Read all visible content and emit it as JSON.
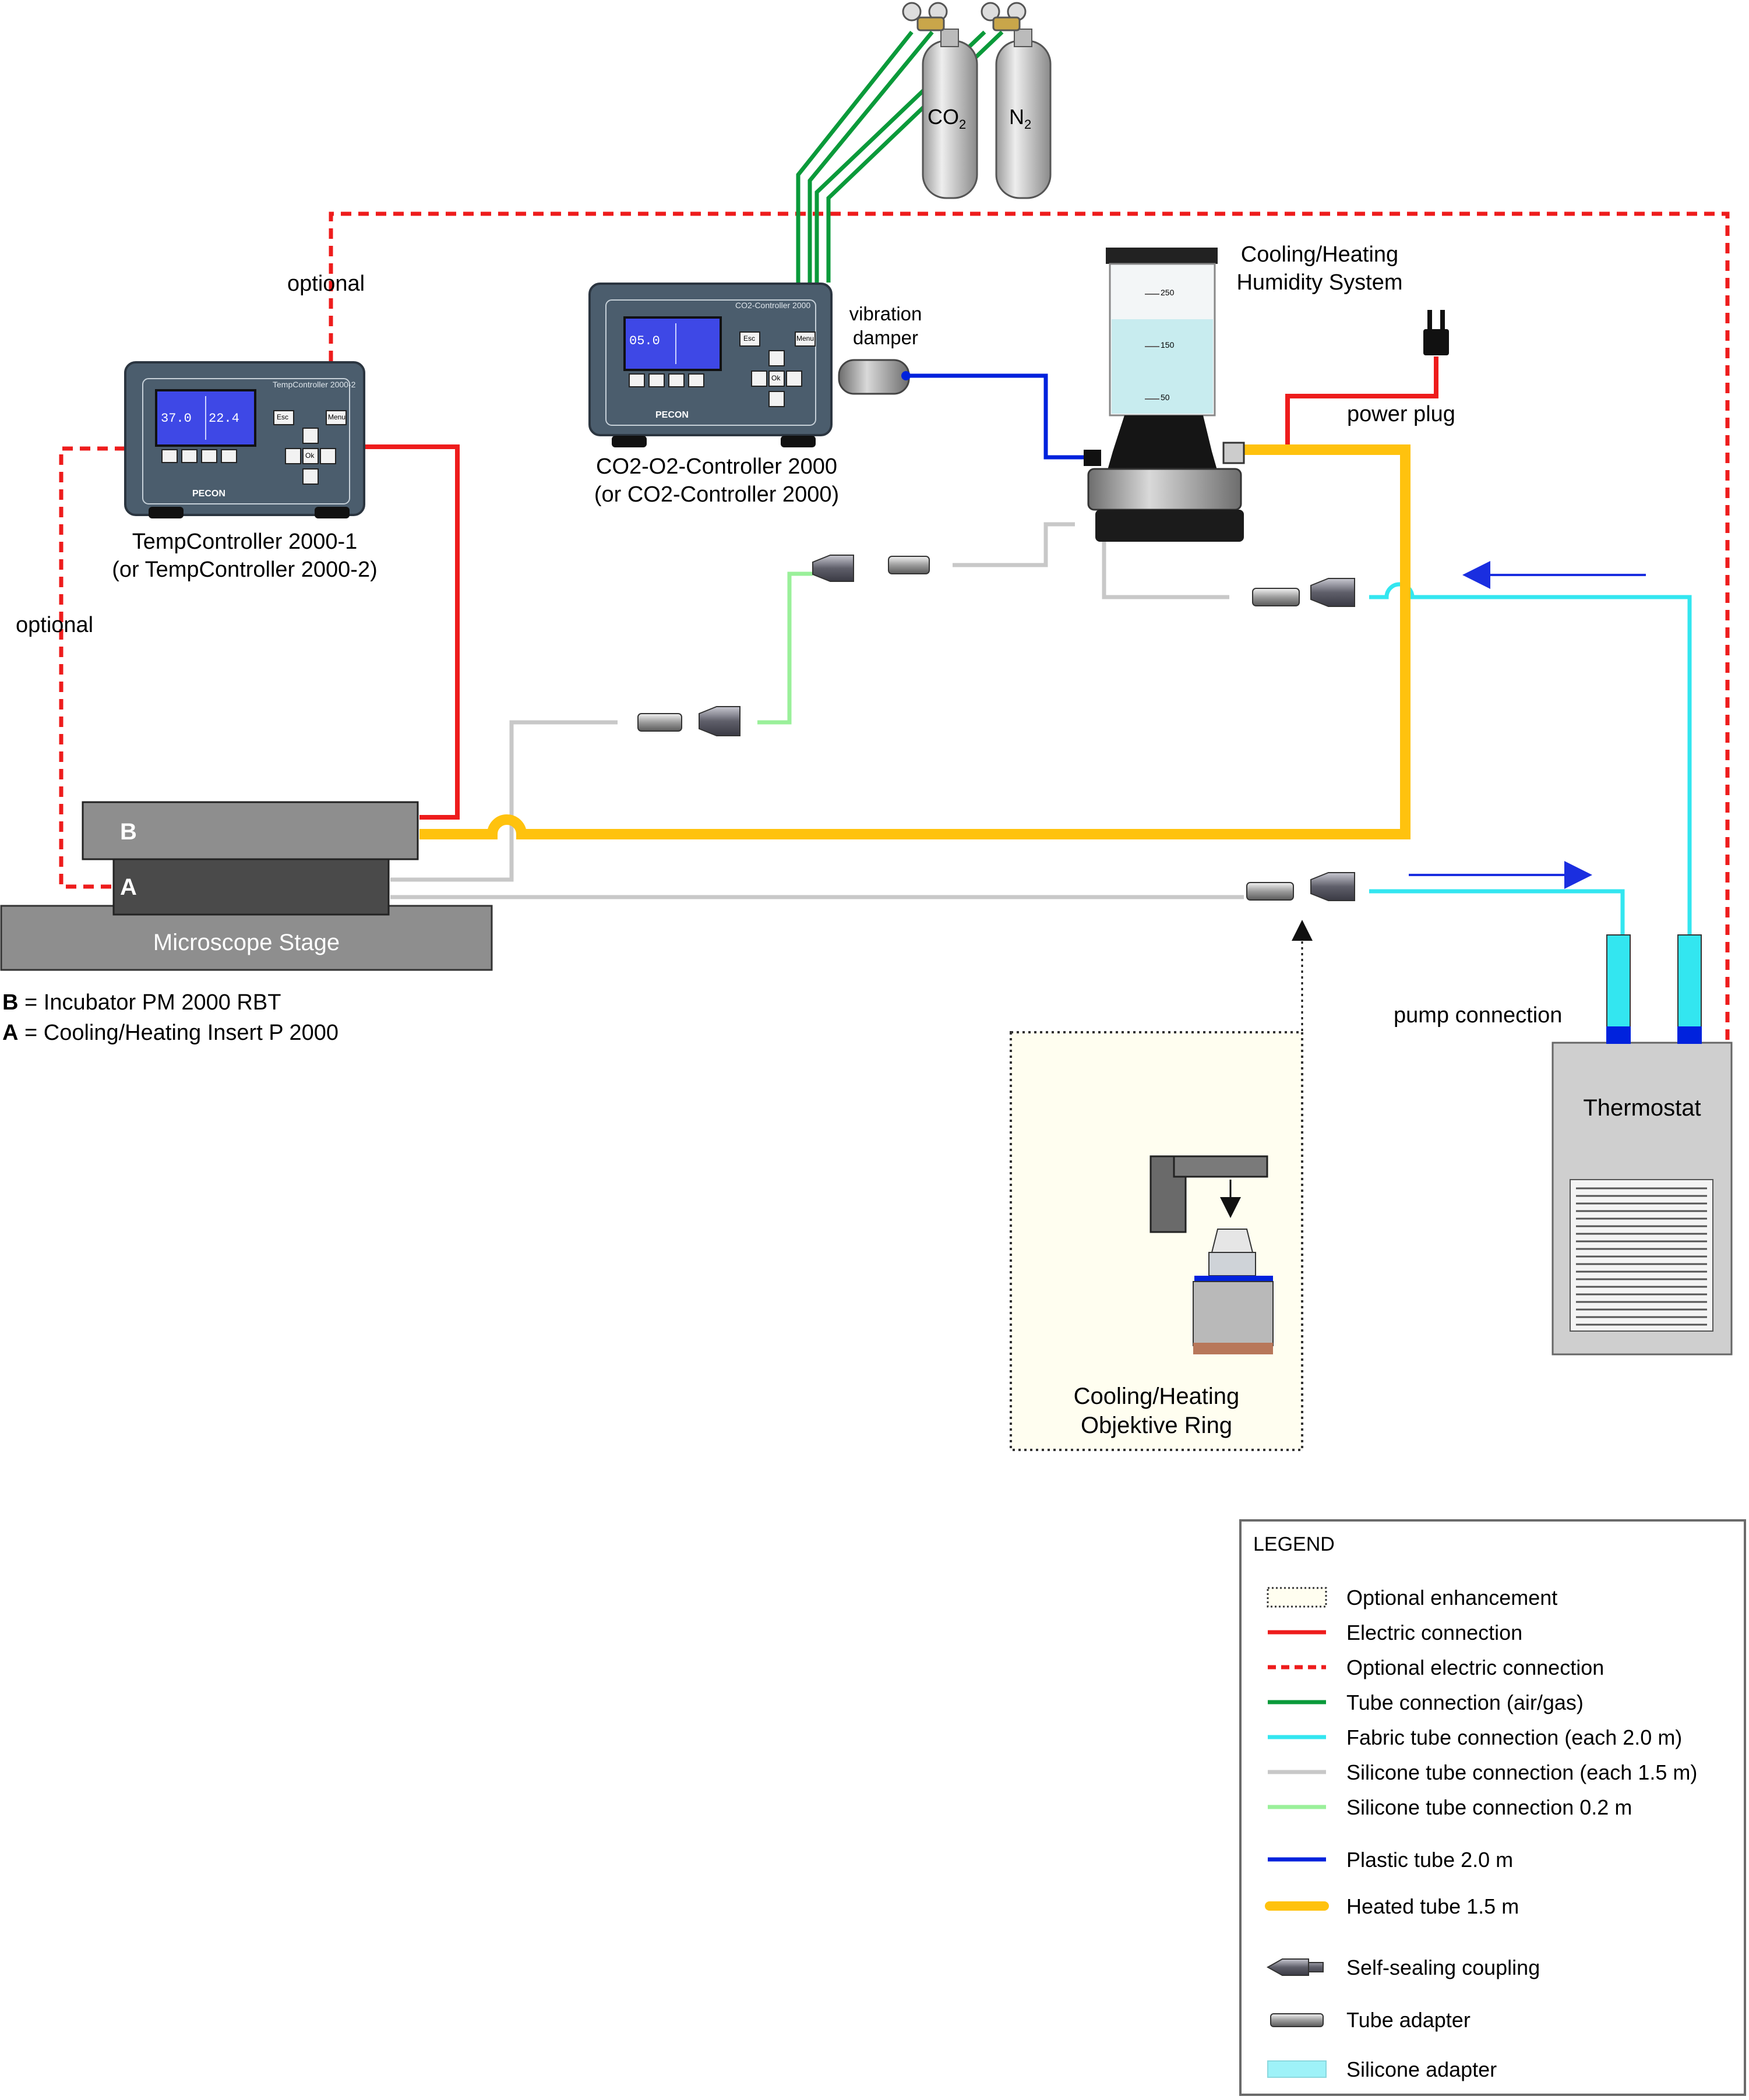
{
  "devices": {
    "temp_controller": {
      "panel_title": "TempController 2000-2",
      "brand": "PECON",
      "display_left": "37.0",
      "display_right": "22.4",
      "buttons": [
        "Esc",
        "Menu",
        "Ok"
      ],
      "caption_line1": "TempController 2000-1",
      "caption_line2": "(or TempController 2000-2)"
    },
    "co2_controller": {
      "panel_title": "CO2-Controller 2000",
      "brand": "PECON",
      "display_value": "05.0",
      "buttons": [
        "Esc",
        "Menu",
        "Ok"
      ],
      "caption_line1": "CO2-O2-Controller 2000",
      "caption_line2": "(or CO2-Controller 2000)"
    },
    "gas_cylinders": [
      {
        "label": "CO",
        "sub": "2"
      },
      {
        "label": "N",
        "sub": "2"
      }
    ],
    "humidity_system": {
      "caption_line1": "Cooling/Heating",
      "caption_line2": "Humidity System",
      "scale_marks": [
        "250",
        "150",
        "50"
      ]
    },
    "vibration_damper": {
      "caption_line1": "vibration",
      "caption_line2": "damper"
    },
    "power_plug": {
      "caption": "power plug"
    },
    "microscope_stage": {
      "stage_label": "Microscope Stage",
      "layer_b": "B",
      "layer_a": "A",
      "key_b_letter": "B",
      "key_b_text": " = Incubator PM 2000 RBT",
      "key_a_letter": "A",
      "key_a_text": " = Cooling/Heating Insert P 2000"
    },
    "thermostat": {
      "label": "Thermostat",
      "pump_caption": "pump connection"
    },
    "objective_ring": {
      "caption_line1": "Cooling/Heating",
      "caption_line2": "Objektive Ring"
    }
  },
  "annotations": {
    "optional_top": "optional",
    "optional_left": "optional"
  },
  "legend": {
    "title": "LEGEND",
    "items": [
      {
        "label": "Optional enhancement",
        "symbol": "dotted-box"
      },
      {
        "label": "Electric connection",
        "symbol": "line",
        "color": "#ee1c1c"
      },
      {
        "label": "Optional electric connection",
        "symbol": "dashed-line",
        "color": "#ee1c1c"
      },
      {
        "label": "Tube connection (air/gas)",
        "symbol": "line",
        "color": "#0a9a3a"
      },
      {
        "label": "Fabric tube connection (each 2.0 m)",
        "symbol": "line",
        "color": "#33e6f0"
      },
      {
        "label": "Silicone tube connection (each 1.5 m)",
        "symbol": "line",
        "color": "#c8c8c8"
      },
      {
        "label": "Silicone tube connection 0.2 m",
        "symbol": "line",
        "color": "#9af09a"
      },
      {
        "label": "Plastic tube 2.0 m",
        "symbol": "line",
        "color": "#0022dd"
      },
      {
        "label": "Heated tube 1.5 m",
        "symbol": "thick-line",
        "color": "#ffc20e"
      },
      {
        "label": "Self-sealing coupling",
        "symbol": "coupling-icon"
      },
      {
        "label": "Tube adapter",
        "symbol": "adapter-icon"
      },
      {
        "label": "Silicone adapter",
        "symbol": "silicone-adapter-icon",
        "color": "#9ef2f8"
      }
    ]
  },
  "colors": {
    "electric": "#ee1c1c",
    "gas": "#0a9a3a",
    "fabric": "#33e6f0",
    "silicone": "#c8c8c8",
    "silicone_short": "#9af09a",
    "plastic": "#0022dd",
    "heated": "#ffc20e",
    "flow_arrow": "#1a2ee0"
  }
}
